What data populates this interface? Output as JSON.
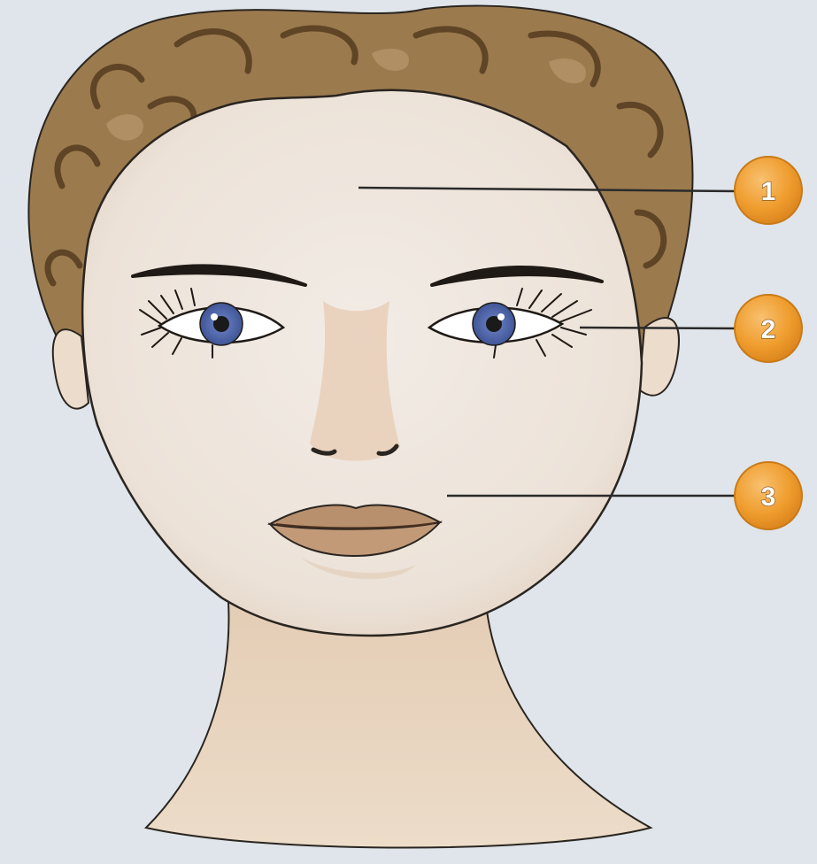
{
  "markers": [
    {
      "id": "1",
      "label": "1",
      "points_to": "forehead-zone"
    },
    {
      "id": "2",
      "label": "2",
      "points_to": "eye-corner-zone"
    },
    {
      "id": "3",
      "label": "3",
      "points_to": "cheek-zone"
    }
  ],
  "colors": {
    "background": "#dfe5ea",
    "skin": "#efe7df",
    "neck": "#ead8c4",
    "hair": "#9b7a4e",
    "hair_dark": "#6e5230",
    "iris": "#5b73b8",
    "lips": "#b8906d",
    "marker_fill": "#f0a030",
    "leader_line": "#2a2a2a",
    "outline": "#2a2520"
  }
}
